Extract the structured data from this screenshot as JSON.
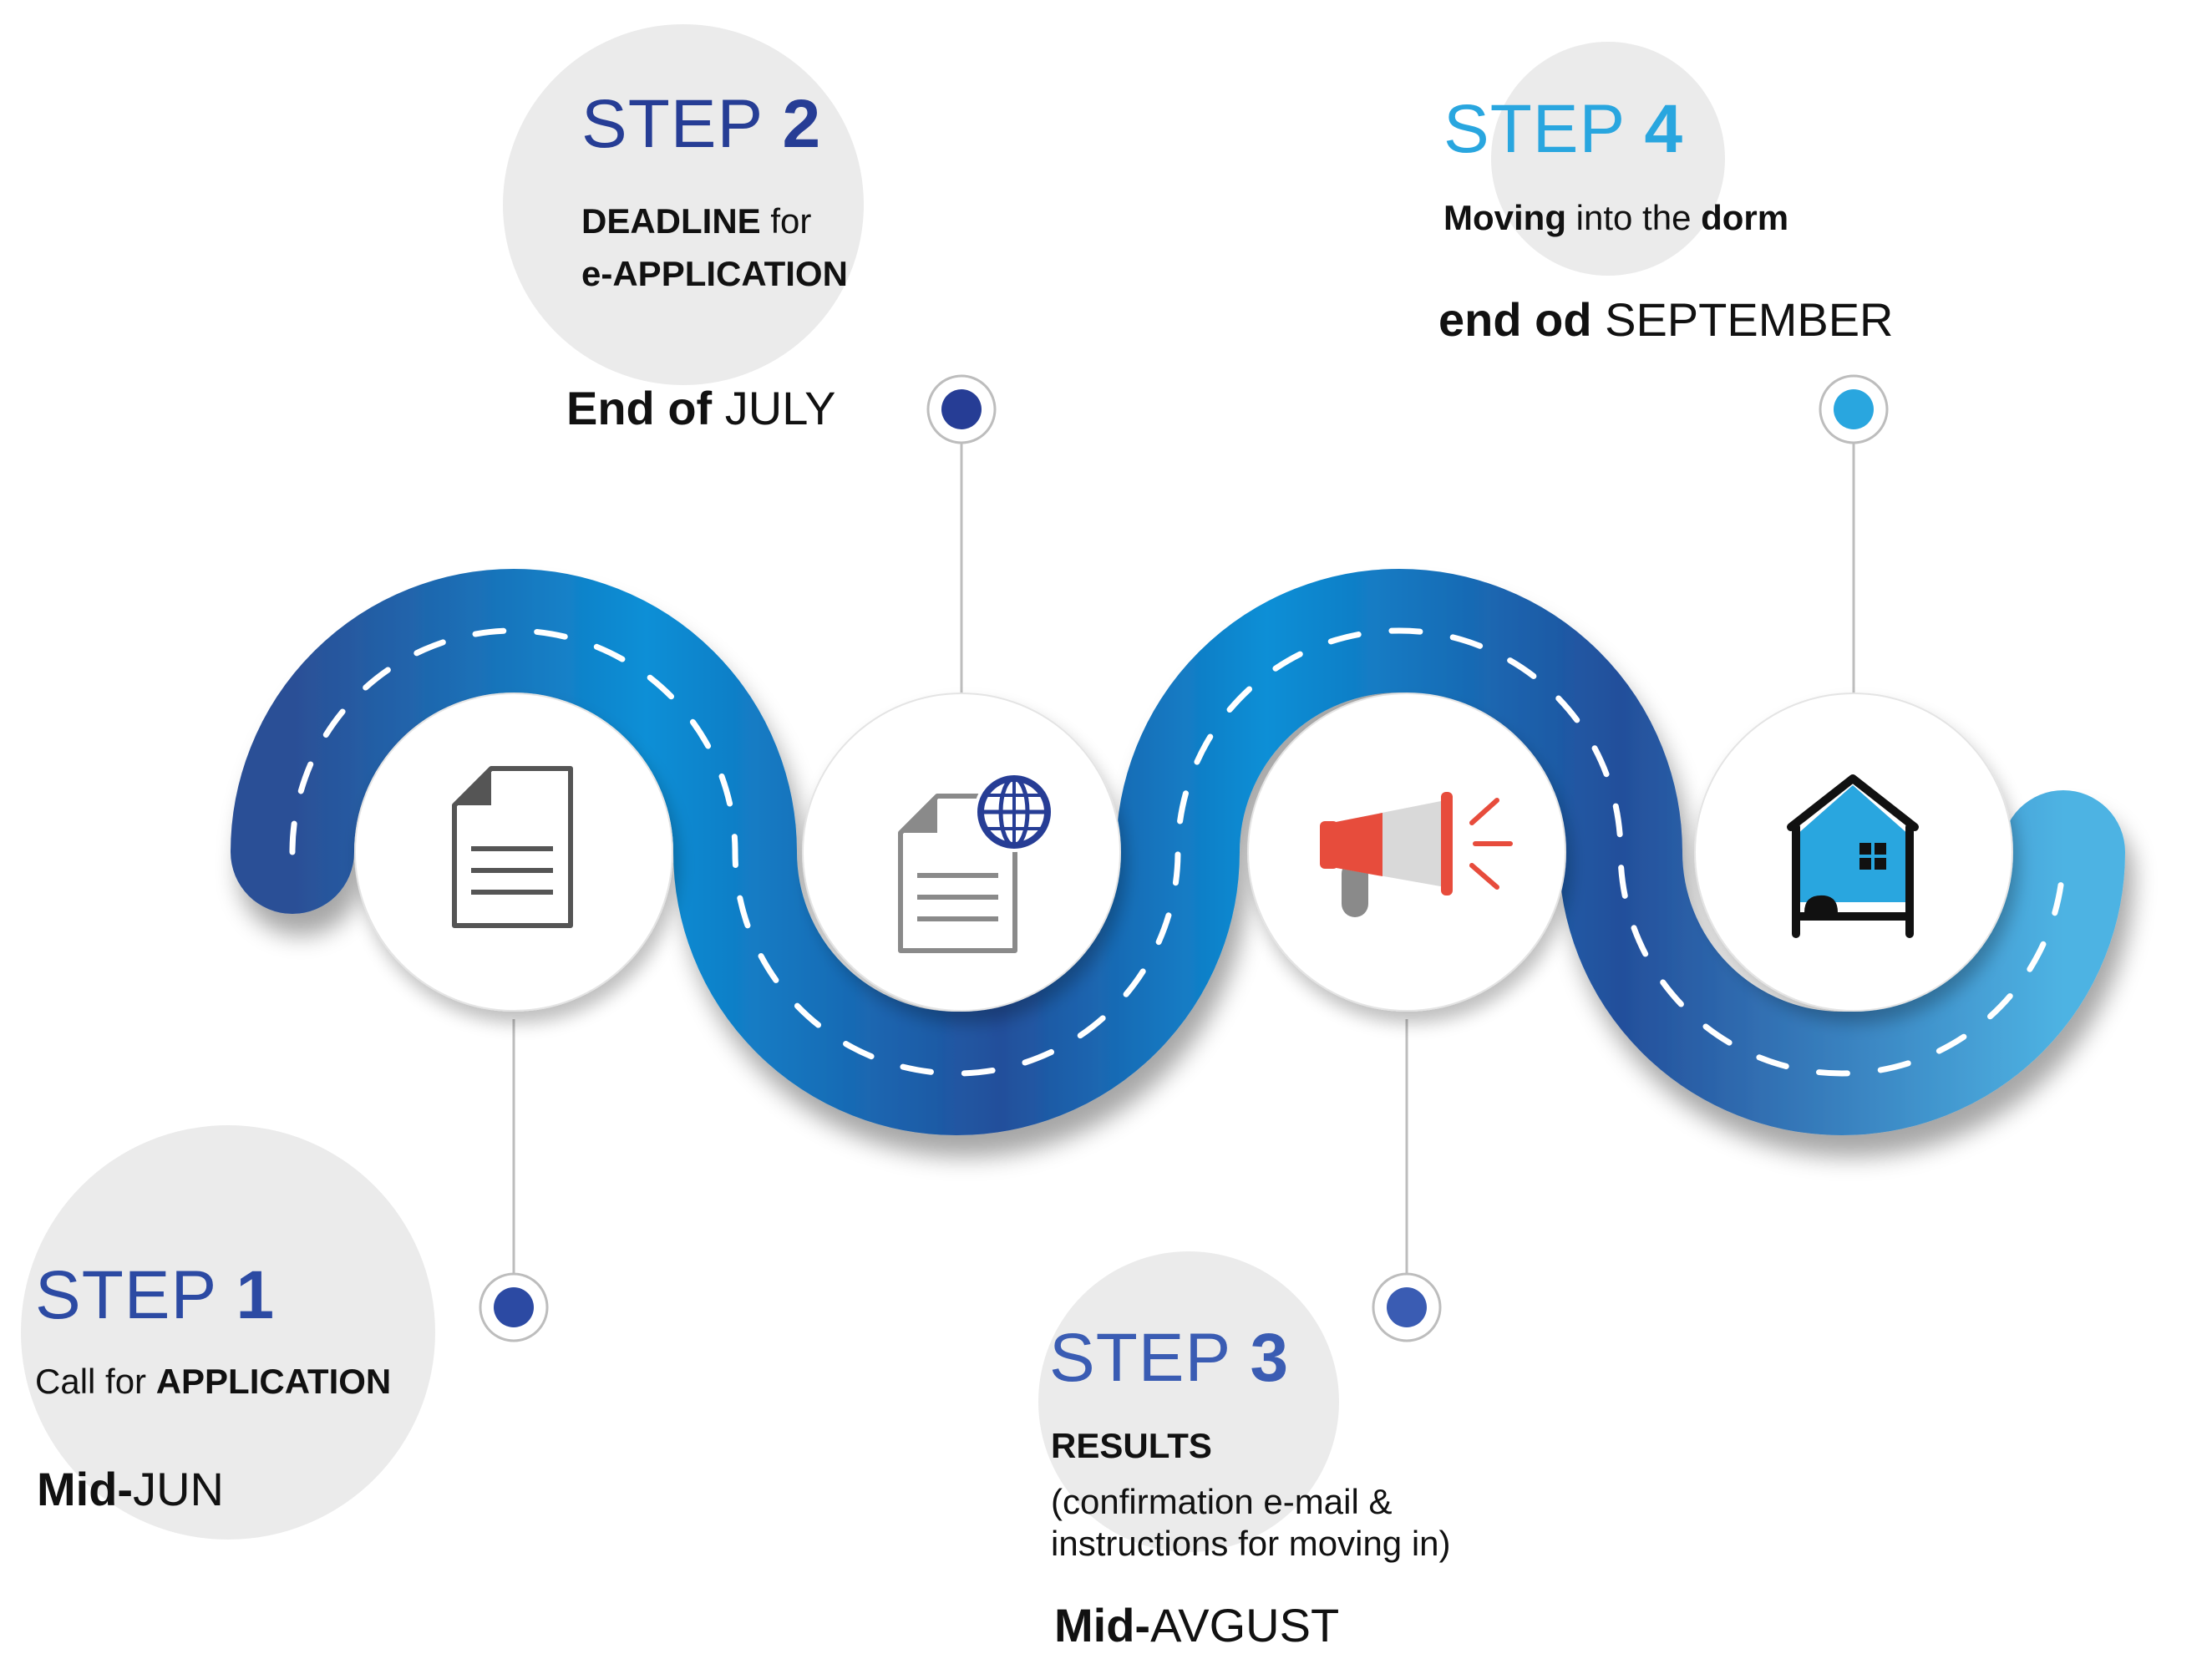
{
  "colors": {
    "step1": "#2c4aa3",
    "step2": "#263d95",
    "step3": "#3a5cb3",
    "step4": "#29a6df",
    "road_dark": "#234f9b",
    "road_light": "#0b8fd6",
    "bubble": "#ebebeb",
    "megaphone_red": "#e74c3c",
    "house_blue": "#29a6df"
  },
  "steps": [
    {
      "step_word": "STEP",
      "step_number": "1",
      "description_plain_1": "Call for ",
      "description_bold_1": "APPLICATION",
      "date_bold": "Mid-",
      "date_plain": "JUN",
      "icon": "document-icon"
    },
    {
      "step_word": "STEP",
      "step_number": "2",
      "description_bold_1": "DEADLINE",
      "description_plain_1": " for",
      "description_bold_2": "e-APPLICATION",
      "date_bold": "End of ",
      "date_plain": "JULY",
      "icon": "e-document-globe-icon"
    },
    {
      "step_word": "STEP",
      "step_number": "3",
      "description_bold_1": "RESULTS",
      "description_plain_1": "(confirmation e-mail &",
      "description_plain_2": "instructions for moving in)",
      "date_bold": "Mid-",
      "date_plain": "AVGUST",
      "icon": "megaphone-icon"
    },
    {
      "step_word": "STEP",
      "step_number": "4",
      "description_bold_1": "Moving",
      "description_plain_1": " into the ",
      "description_bold_2": "dorm",
      "date_bold": "end od ",
      "date_plain": "SEPTEMBER",
      "icon": "house-bed-icon"
    }
  ]
}
